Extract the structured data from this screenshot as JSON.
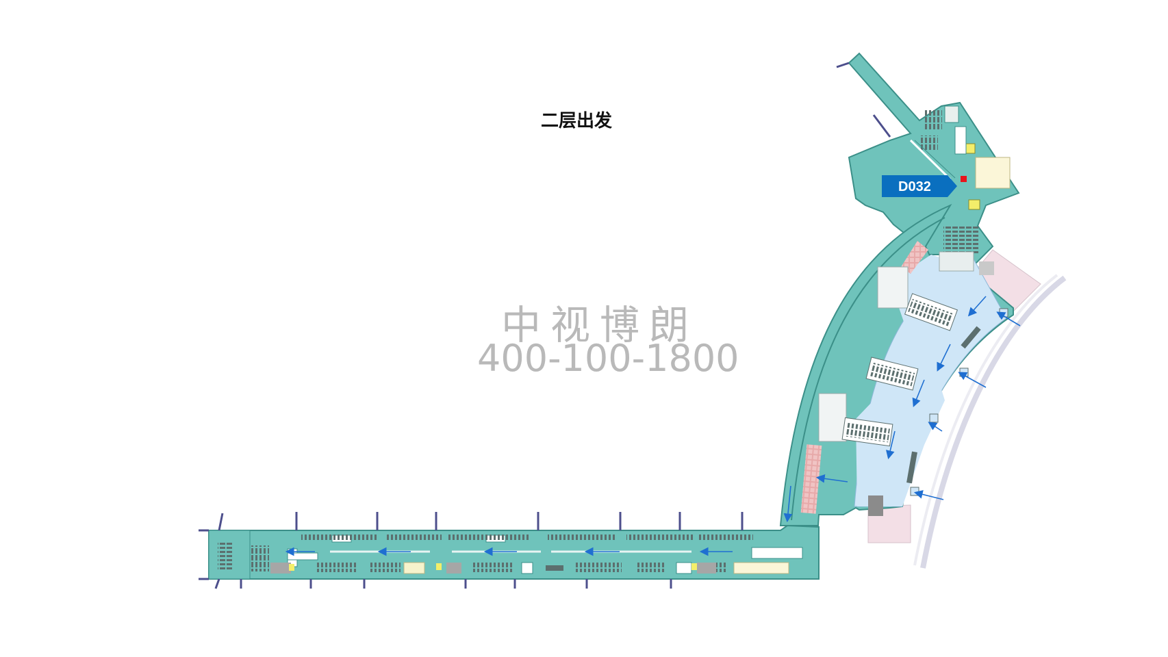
{
  "floor_title": "二层出发",
  "watermark": {
    "company": "中视博朗",
    "phone": "400-100-1800"
  },
  "ad_spot": {
    "code": "D032",
    "tag_color": "#0a6fbf",
    "marker_color": "#e8141b"
  },
  "colors": {
    "concourse": "#6fc3bb",
    "hall": "#cfe6f7",
    "arrow": "#1f6fd1",
    "jetbridge": "#4d4f8c",
    "pink_zone": "#f3dfe6",
    "seat": "#5c6f6e"
  }
}
